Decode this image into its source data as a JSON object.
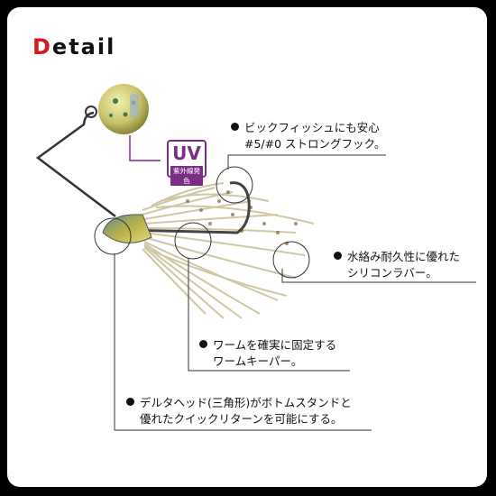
{
  "title": {
    "first_letter": "D",
    "rest": "etail"
  },
  "uv_badge": {
    "label": "UV",
    "sublabel": "紫外線発色"
  },
  "callouts": [
    {
      "line1": "ビックフィッシュにも安心",
      "line2": "#5/#0 ストロングフック。"
    },
    {
      "line1": "水絡み耐久性に優れた",
      "line2": "シリコンラバー。"
    },
    {
      "line1": "ワームを確実に固定する",
      "line2": "ワームキーパー。"
    },
    {
      "line1": "デルタヘッド(三角形)がボトムスタンドと",
      "line2": "優れたクイックリターンを可能にする。"
    }
  ],
  "colors": {
    "frame": "#000000",
    "accent_red": "#d41921",
    "uv_purple": "#7a2e86",
    "skirt": "#d9d2b4",
    "head": "#8f8a2a"
  }
}
